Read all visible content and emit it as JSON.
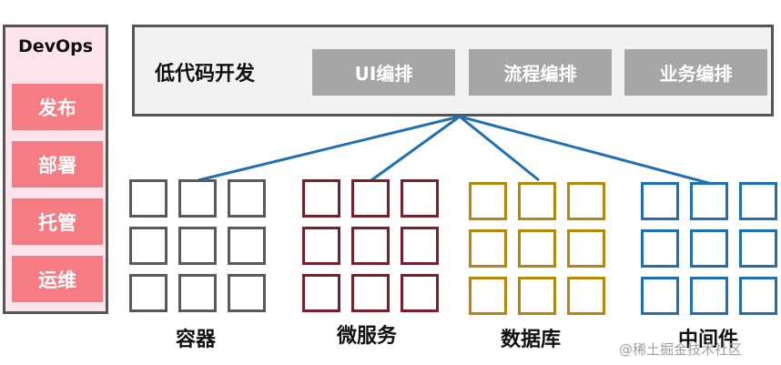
{
  "devops": {
    "title": "DevOps",
    "items": [
      "发布",
      "部署",
      "托管",
      "运维"
    ],
    "border_color": "#555555",
    "background_color": "#fce4ec",
    "item_color": "#f47c82"
  },
  "lowcode": {
    "title": "低代码开发",
    "buttons": [
      "UI编排",
      "流程编排",
      "业务编排"
    ],
    "border_color": "#555555",
    "background_color": "#f2f2f2",
    "button_color": "#a6a6a6"
  },
  "connector_color": "#1f6fb4",
  "groups": [
    {
      "label": "容器",
      "color": "#595959",
      "rows": 3,
      "cols": 3
    },
    {
      "label": "微服务",
      "color": "#7a1f2b",
      "rows": 3,
      "cols": 3
    },
    {
      "label": "数据库",
      "color": "#b8860b",
      "rows": 3,
      "cols": 3
    },
    {
      "label": "中间件",
      "color": "#1f6fb4",
      "rows": 3,
      "cols": 3
    }
  ],
  "watermark": "@稀土掘金技术社区"
}
